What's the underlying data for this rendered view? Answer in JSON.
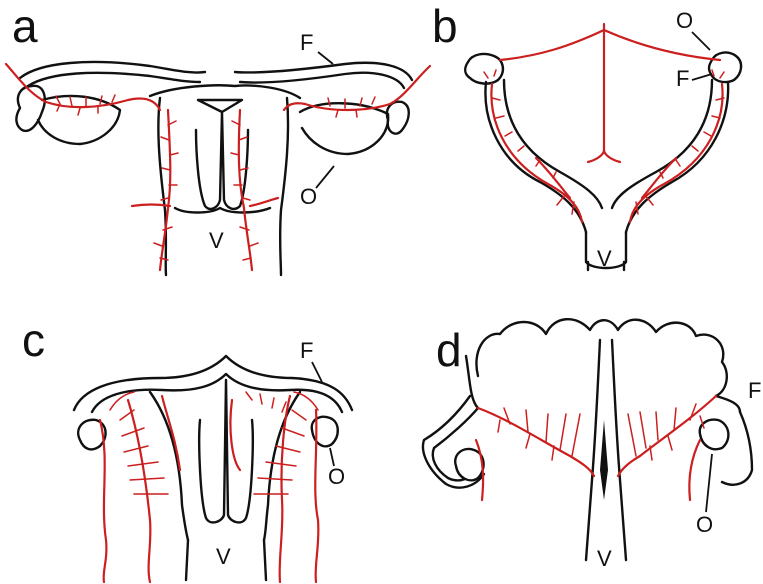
{
  "colors": {
    "outline": "#111111",
    "vessel": "#cc1f1f",
    "background": "#ffffff"
  },
  "panels": [
    {
      "letter": "a",
      "labels": {
        "F": "F",
        "O": "O",
        "V": "V"
      }
    },
    {
      "letter": "b",
      "labels": {
        "O": "O",
        "F": "F",
        "V": "V"
      }
    },
    {
      "letter": "c",
      "labels": {
        "F": "F",
        "O": "O",
        "V": "V"
      }
    },
    {
      "letter": "d",
      "labels": {
        "F": "F",
        "O": "O",
        "V": "V"
      }
    }
  ]
}
